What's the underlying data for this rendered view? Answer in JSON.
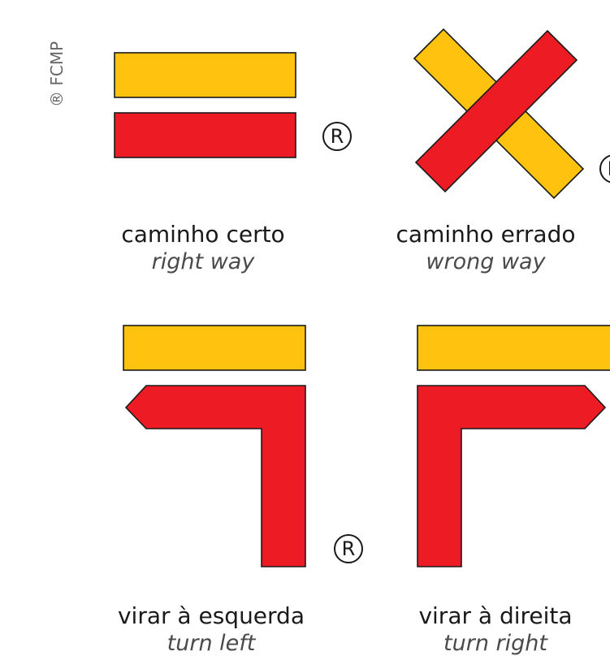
{
  "copyright_text": "® FCMP",
  "registered_mark": "R",
  "colors": {
    "yellow": "#fec20f",
    "red": "#ed1c24",
    "outline": "#1a1a1a"
  },
  "signs": [
    {
      "id": "right-way",
      "pt": "caminho certo",
      "en": "right way"
    },
    {
      "id": "wrong-way",
      "pt": "caminho errado",
      "en": "wrong way"
    },
    {
      "id": "turn-left",
      "pt": "virar à esquerda",
      "en": "turn left"
    },
    {
      "id": "turn-right",
      "pt": "virar à direita",
      "en": "turn right"
    }
  ]
}
